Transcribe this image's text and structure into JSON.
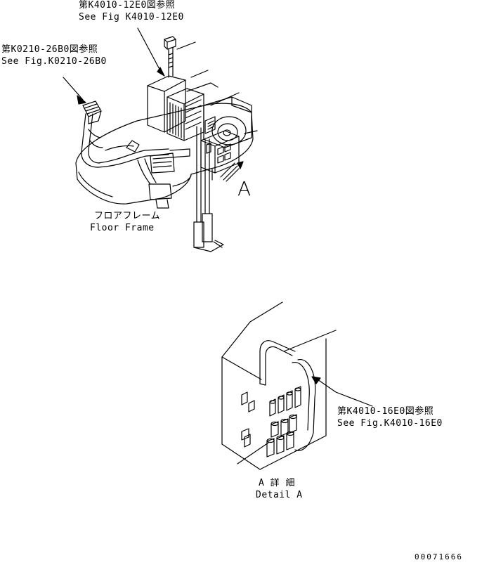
{
  "labels": {
    "ref1_jp": "第K4010-12E0図参照",
    "ref1_en": "See Fig K4010-12E0",
    "ref2_jp": "第K0210-26B0図参照",
    "ref2_en": "See Fig.K0210-26B0",
    "floor_jp": "フロアフレーム",
    "floor_en": "Floor Frame",
    "view_letter": "A",
    "ref3_jp": "第K4010-16E0図参照",
    "ref3_en": "See Fig.K4010-16E0",
    "detail_jp": "A 詳 細",
    "detail_en": "Detail A",
    "drawing_code": "00071666"
  }
}
